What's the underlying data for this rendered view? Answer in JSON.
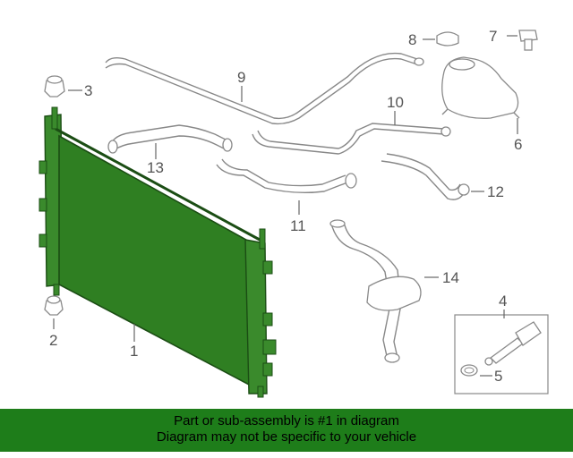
{
  "callouts": {
    "c1": "1",
    "c2": "2",
    "c3": "3",
    "c4": "4",
    "c5": "5",
    "c6": "6",
    "c7": "7",
    "c8": "8",
    "c9": "9",
    "c10": "10",
    "c11": "11",
    "c12": "12",
    "c13": "13",
    "c14": "14"
  },
  "banner": {
    "line1": "Part or sub-assembly is #1 in diagram",
    "line2": "Diagram may not be specific to your vehicle"
  },
  "colors": {
    "highlight": "#1e7d1a",
    "radiator_core": "#2f7f22",
    "linework": "#8a8a8a"
  }
}
